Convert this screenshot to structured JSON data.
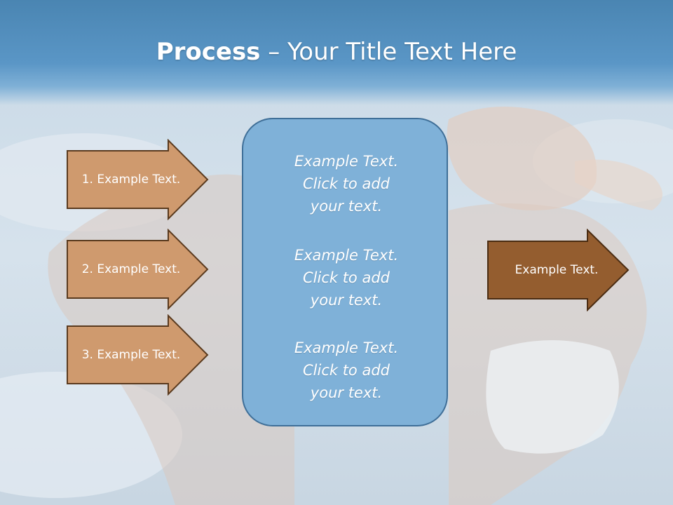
{
  "title": {
    "bold": "Process",
    "rest": " – Your Title Text Here"
  },
  "left_arrows": [
    {
      "label": "1. Example Text."
    },
    {
      "label": "2. Example Text."
    },
    {
      "label": "3. Example Text."
    }
  ],
  "center_box": {
    "items": [
      "Example Text.\nClick  to add\nyour text.",
      "Example Text.\nClick  to add\nyour text.",
      "Example Text.\nClick  to add\nyour text."
    ]
  },
  "right_arrow": {
    "label": "Example Text."
  },
  "colors": {
    "title_bar": "#4a85b2",
    "left_arrow_fill": "#cf9a6e",
    "right_arrow_fill": "#945d2f",
    "arrow_border": "#5a3a1e",
    "center_fill": "#7fb1d8",
    "center_border": "#3f6f98"
  }
}
